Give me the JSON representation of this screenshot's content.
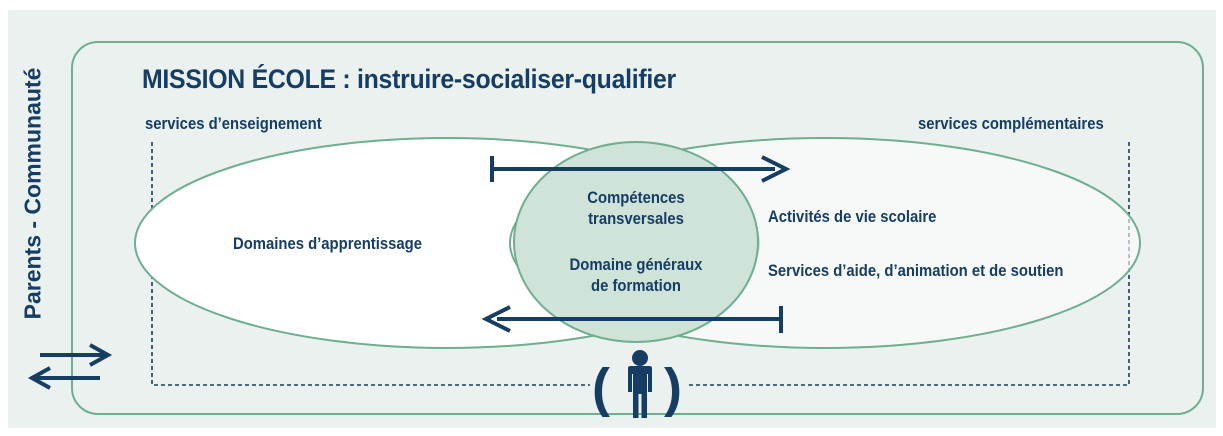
{
  "title": "MISSION ÉCOLE : instruire-socialiser-qualifier",
  "side_label": "Parents - Communauté",
  "left_header": "services d’enseignement",
  "right_header": "services complémentaires",
  "left_domain": "Domaines d’apprentissage",
  "center": {
    "line1": "Compétences",
    "line2": "transversales",
    "line3": "Domaine généraux",
    "line4": "de formation"
  },
  "right_items": [
    "Activités de vie scolaire",
    "Services d’aide, d’animation et de soutien"
  ],
  "student_symbol": {
    "left_paren": "(",
    "right_paren": ")",
    "icon": "person-icon"
  },
  "colors": {
    "background": "#eaf1ee",
    "outline": "#6fae91",
    "ellipse_fill": "#ffffff",
    "center_fill": "#cfe3d9",
    "text": "#163d63"
  }
}
